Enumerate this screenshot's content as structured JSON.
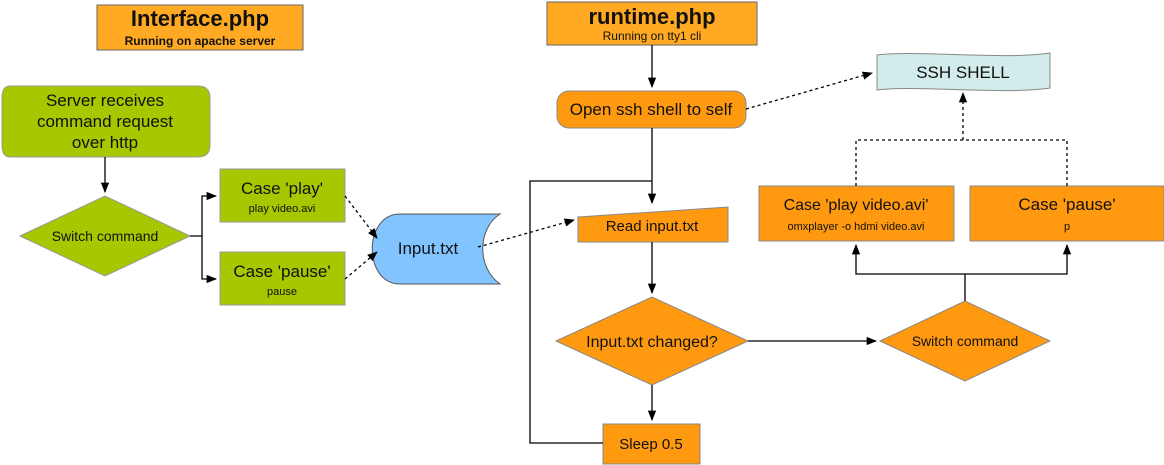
{
  "colors": {
    "orange": "#ff9a10",
    "title_orange": "#ffaa22",
    "green": "#a5c800",
    "green_title": "#b4d20a",
    "blue": "#82c4ff",
    "cyan": "#d2ebeb"
  },
  "interface": {
    "title": "Interface.php",
    "subtitle": "Running on apache server",
    "receive_l1": "Server receives",
    "receive_l2": "command request",
    "receive_l3": "over http",
    "switch": "Switch command",
    "case_play": "Case 'play'",
    "case_play_sub": "play video.avi",
    "case_pause": "Case 'pause'",
    "case_pause_sub": "pause"
  },
  "input_file": "Input.txt",
  "runtime": {
    "title": "runtime.php",
    "subtitle": "Running on tty1 cli",
    "open_ssh": "Open ssh shell to self",
    "ssh_shell": "SSH SHELL",
    "read_input": "Read input.txt",
    "changed": "Input.txt changed?",
    "sleep": "Sleep 0.5",
    "switch": "Switch command",
    "case_play": "Case 'play video.avi'",
    "case_play_sub": "omxplayer -o hdmi video.avi",
    "case_pause": "Case 'pause'",
    "case_pause_sub": "p"
  }
}
